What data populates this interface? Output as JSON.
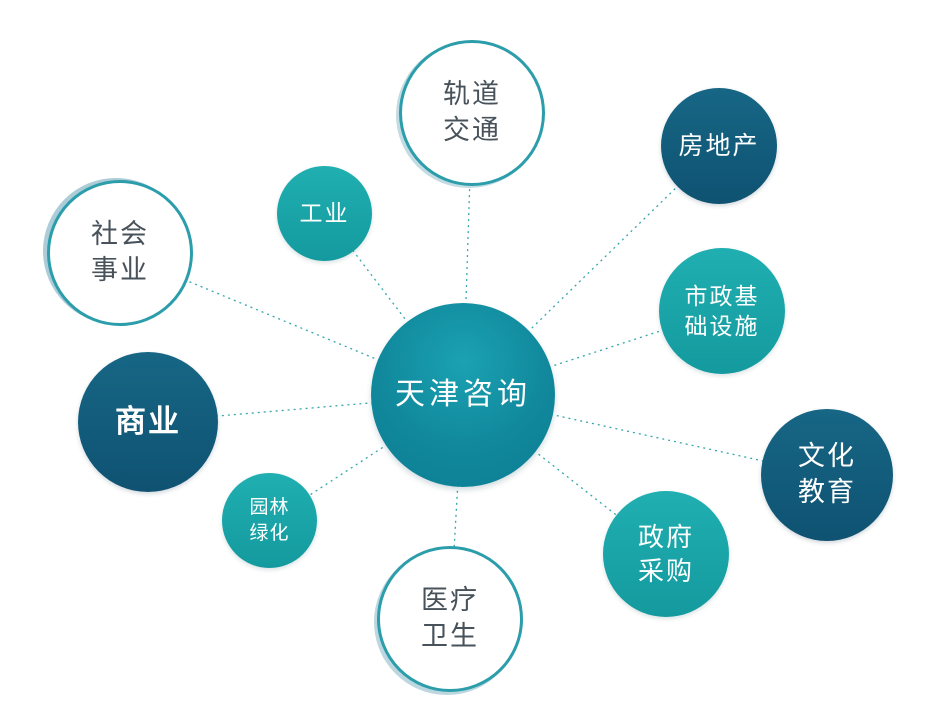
{
  "diagram": {
    "center": {
      "label": "天津咨询"
    },
    "nodes": [
      {
        "id": "rail-transit",
        "label": "轨道交通",
        "style": "outline"
      },
      {
        "id": "real-estate",
        "label": "房地产",
        "style": "dark"
      },
      {
        "id": "industry",
        "label": "工业",
        "style": "teal"
      },
      {
        "id": "social-undertakings",
        "label": "社会事业",
        "style": "outline"
      },
      {
        "id": "municipal-infrastructure",
        "label": "市政基础设施",
        "style": "teal"
      },
      {
        "id": "commerce",
        "label": "商业",
        "style": "dark"
      },
      {
        "id": "culture-education",
        "label": "文化教育",
        "style": "dark"
      },
      {
        "id": "landscaping",
        "label": "园林绿化",
        "style": "teal"
      },
      {
        "id": "government-procurement",
        "label": "政府采购",
        "style": "teal"
      },
      {
        "id": "medical-health",
        "label": "医疗卫生",
        "style": "outline"
      }
    ],
    "colors": {
      "teal_fill": "#17a3a6",
      "dark_fill": "#125a7c",
      "outline_border": "#2b9dab",
      "connector_line": "#35a6ac",
      "center_gradient_top": "#1aa2b2",
      "center_gradient_bottom": "#0c7d93",
      "outline_text": "#47525b",
      "filled_text": "#ffffff"
    }
  }
}
